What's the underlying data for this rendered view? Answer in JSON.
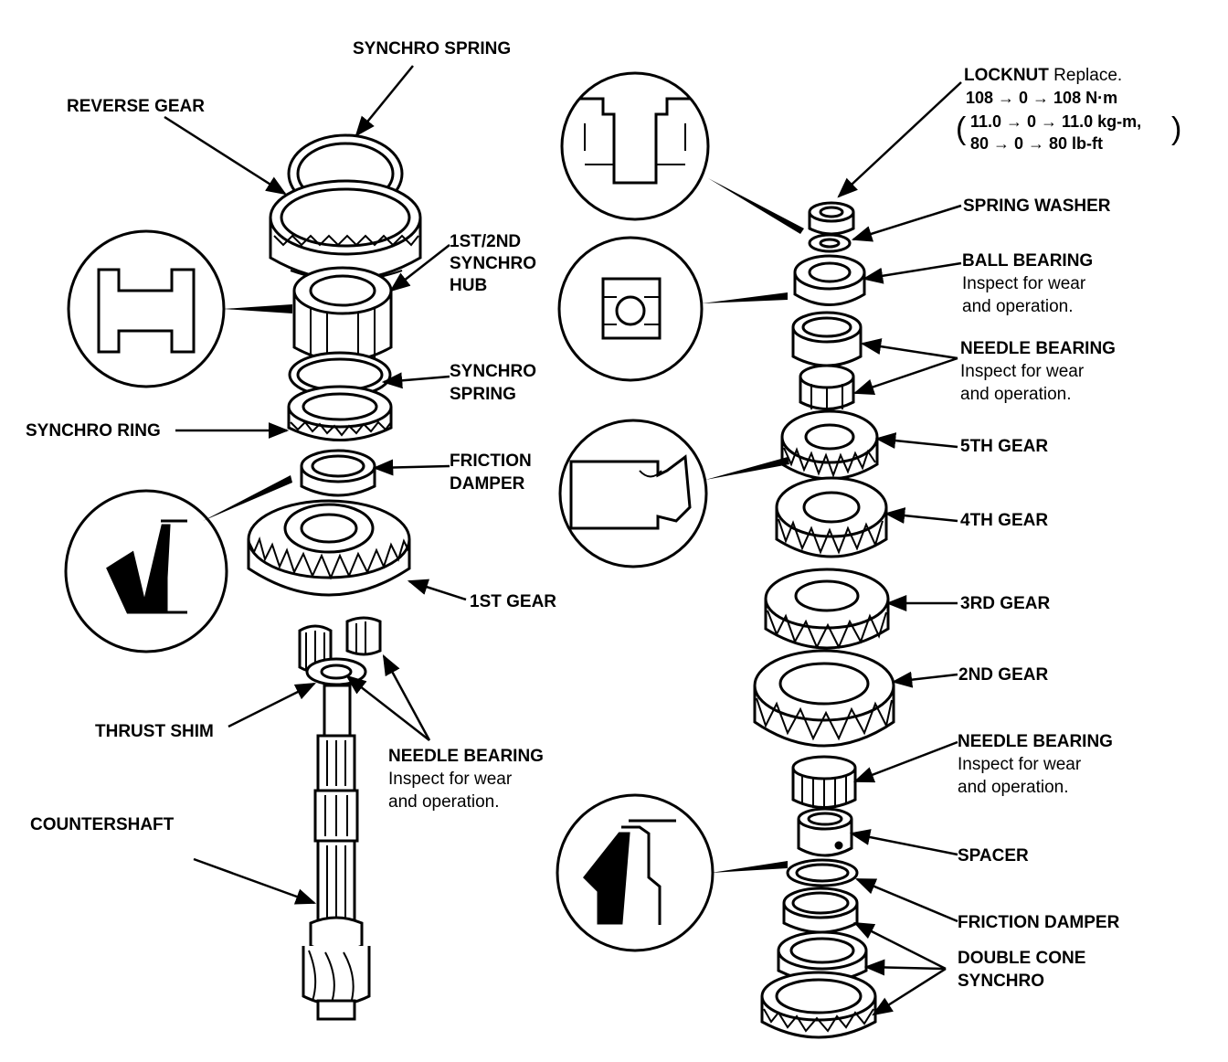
{
  "left_labels": {
    "synchro_spring_top": "SYNCHRO SPRING",
    "reverse_gear": "REVERSE GEAR",
    "synchro_hub": [
      "1ST/2ND",
      "SYNCHRO",
      "HUB"
    ],
    "synchro_spring_mid": [
      "SYNCHRO",
      "SPRING"
    ],
    "synchro_ring": "SYNCHRO RING",
    "friction_damper": [
      "FRICTION",
      "DAMPER"
    ],
    "first_gear": "1ST GEAR",
    "thrust_shim": "THRUST SHIM",
    "needle_bearing": {
      "title": "NEEDLE BEARING",
      "note": [
        "Inspect for wear",
        "and operation."
      ]
    },
    "countershaft": "COUNTERSHAFT"
  },
  "right_labels": {
    "locknut": {
      "title": "LOCKNUT",
      "suffix": " Replace.",
      "torque": [
        "108 → 0 → 108 N·m",
        "11.0 → 0 → 11.0 kg-m,",
        "80 → 0 → 80 lb-ft"
      ]
    },
    "spring_washer": "SPRING WASHER",
    "ball_bearing": {
      "title": "BALL BEARING",
      "note": [
        "Inspect for wear",
        "and operation."
      ]
    },
    "needle_bearing_top": {
      "title": "NEEDLE BEARING",
      "note": [
        "Inspect for wear",
        "and operation."
      ]
    },
    "fifth_gear": "5TH GEAR",
    "fourth_gear": "4TH GEAR",
    "third_gear": "3RD GEAR",
    "second_gear": "2ND GEAR",
    "needle_bearing_bottom": {
      "title": "NEEDLE BEARING",
      "note": [
        "Inspect for wear",
        "and operation."
      ]
    },
    "spacer": "SPACER",
    "friction_damper": "FRICTION DAMPER",
    "double_cone_synchro": [
      "DOUBLE CONE",
      "SYNCHRO"
    ]
  },
  "colors": {
    "ink": "#000000",
    "paper": "#ffffff"
  }
}
